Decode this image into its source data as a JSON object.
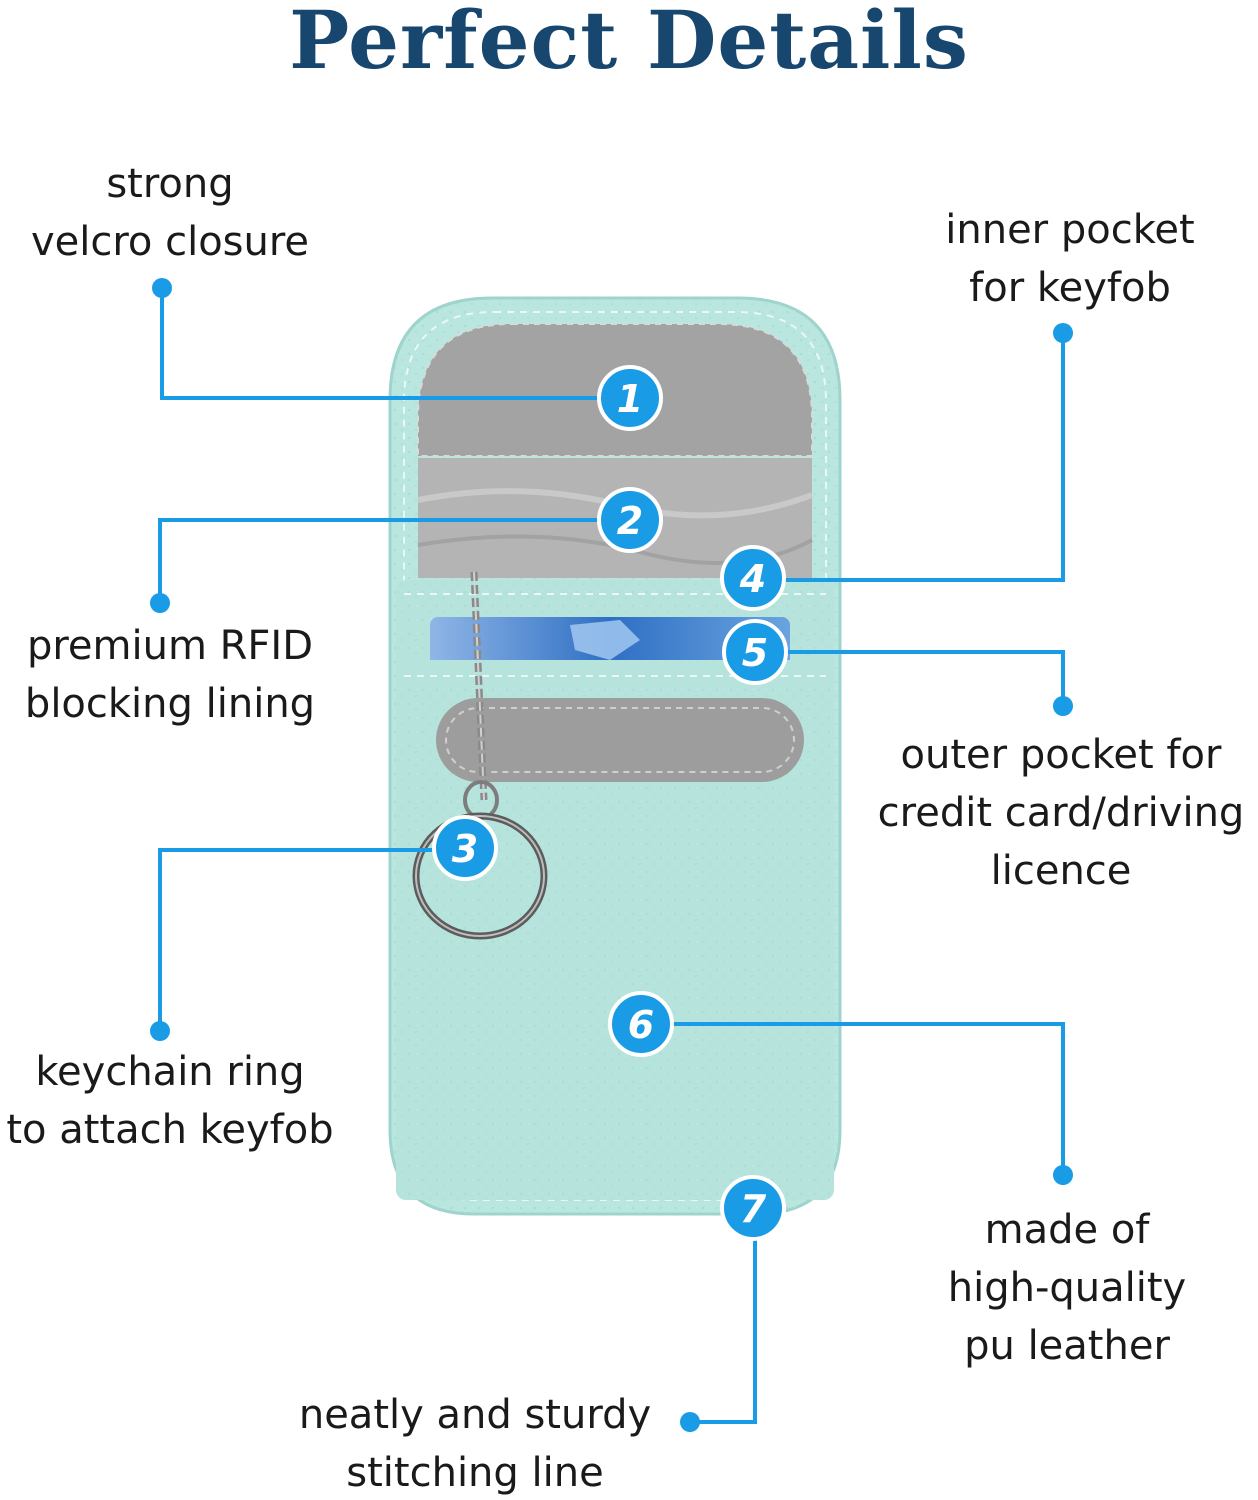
{
  "title": "Perfect Details",
  "callouts": [
    {
      "number": "1",
      "lines": [
        "strong",
        "velcro closure"
      ]
    },
    {
      "number": "2",
      "lines": [
        "premium RFID",
        "blocking lining"
      ]
    },
    {
      "number": "3",
      "lines": [
        "keychain ring",
        "to attach keyfob"
      ]
    },
    {
      "number": "4",
      "lines": [
        "inner pocket",
        "for keyfob"
      ]
    },
    {
      "number": "5",
      "lines": [
        "outer pocket for",
        "credit card/driving",
        "licence"
      ]
    },
    {
      "number": "6",
      "lines": [
        "made of",
        "high-quality",
        "pu leather"
      ]
    },
    {
      "number": "7",
      "lines": [
        "neatly and sturdy",
        "stitching line"
      ]
    }
  ],
  "colors": {
    "title": "#17466e",
    "accent": "#1a9be6",
    "pouch": "#b9e6df",
    "lining": "#b5b5b5",
    "velcro": "#9e9e9e"
  }
}
